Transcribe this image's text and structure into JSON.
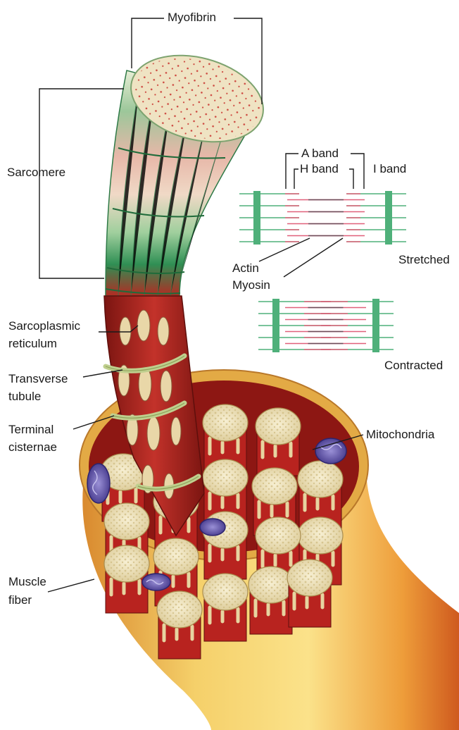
{
  "labels": {
    "myofibrin": "Myofibrin",
    "sarcomere": "Sarcomere",
    "a_band": "A band",
    "h_band": "H band",
    "i_band": "I band",
    "actin": "Actin",
    "myosin": "Myosin",
    "stretched": "Stretched",
    "contracted": "Contracted",
    "sarcoplasmic_line1": "Sarcoplasmic",
    "sarcoplasmic_line2": "reticulum",
    "transverse_line1": "Transverse",
    "transverse_line2": "tubule",
    "terminal_line1": "Terminal",
    "terminal_line2": "cisternae",
    "mitochondria": "Mitochondria",
    "muscle_line1": "Muscle",
    "muscle_line2": "fiber"
  },
  "colors": {
    "z_disc": "#4fb07a",
    "actin": "#e0607a",
    "myosin": "#6a4e5a",
    "thick_filament_gray": "#7a6e74",
    "fibril_cap": "#efe3bf",
    "fibril_red": "#b8231f",
    "muscle_fiber_yellow": "#f2c24e",
    "mitochondria_purple": "#5a4aa0"
  }
}
